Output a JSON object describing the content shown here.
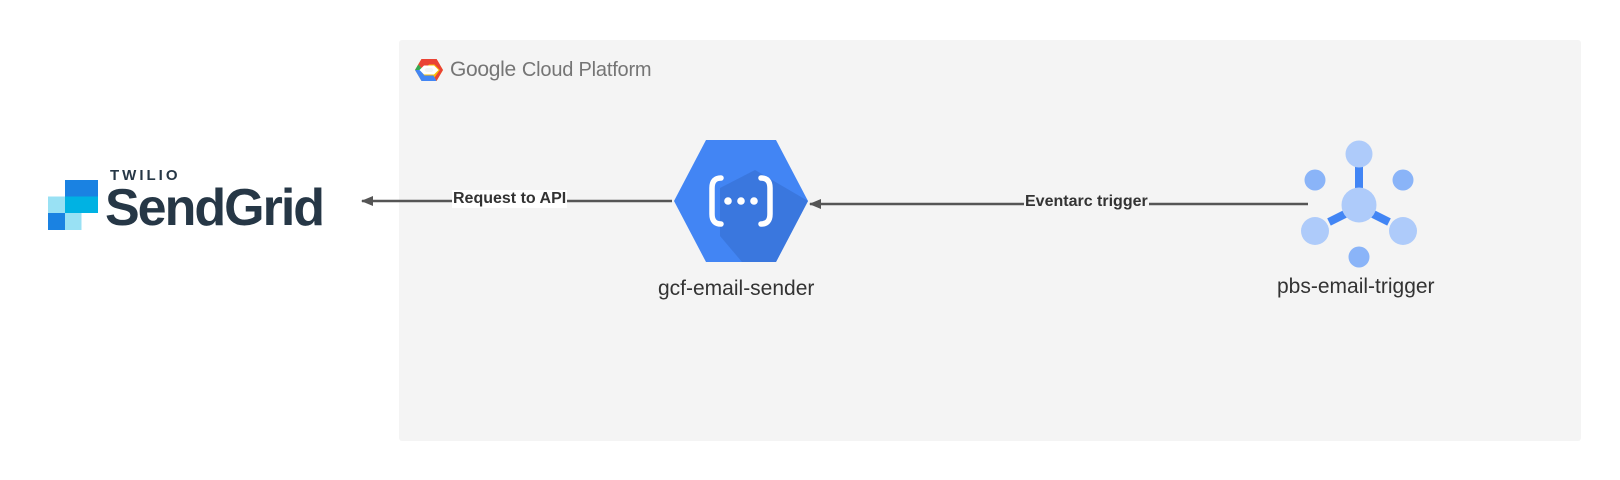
{
  "platform": {
    "brand_google": "Google",
    "brand_product": "Cloud Platform",
    "logo_icon": "gcp-hexagon-icon",
    "panel_color": "#f4f4f4"
  },
  "external_service": {
    "vendor": "TWILIO",
    "name": "SendGrid",
    "logo_icon": "sendgrid-squares-icon",
    "text_color": "#263746"
  },
  "nodes": [
    {
      "id": "gcf",
      "label": "gcf-email-sender",
      "icon": "cloud-functions-icon",
      "color": "#4285f4"
    },
    {
      "id": "pbs",
      "label": "pbs-email-trigger",
      "icon": "pubsub-icon",
      "color": "#aecbfa"
    }
  ],
  "edges": [
    {
      "from": "pbs",
      "to": "gcf",
      "label": "Eventarc trigger"
    },
    {
      "from": "gcf",
      "to": "sendgrid",
      "label": "Request to API"
    }
  ],
  "colors": {
    "arrow": "#555555",
    "text": "#333333"
  }
}
